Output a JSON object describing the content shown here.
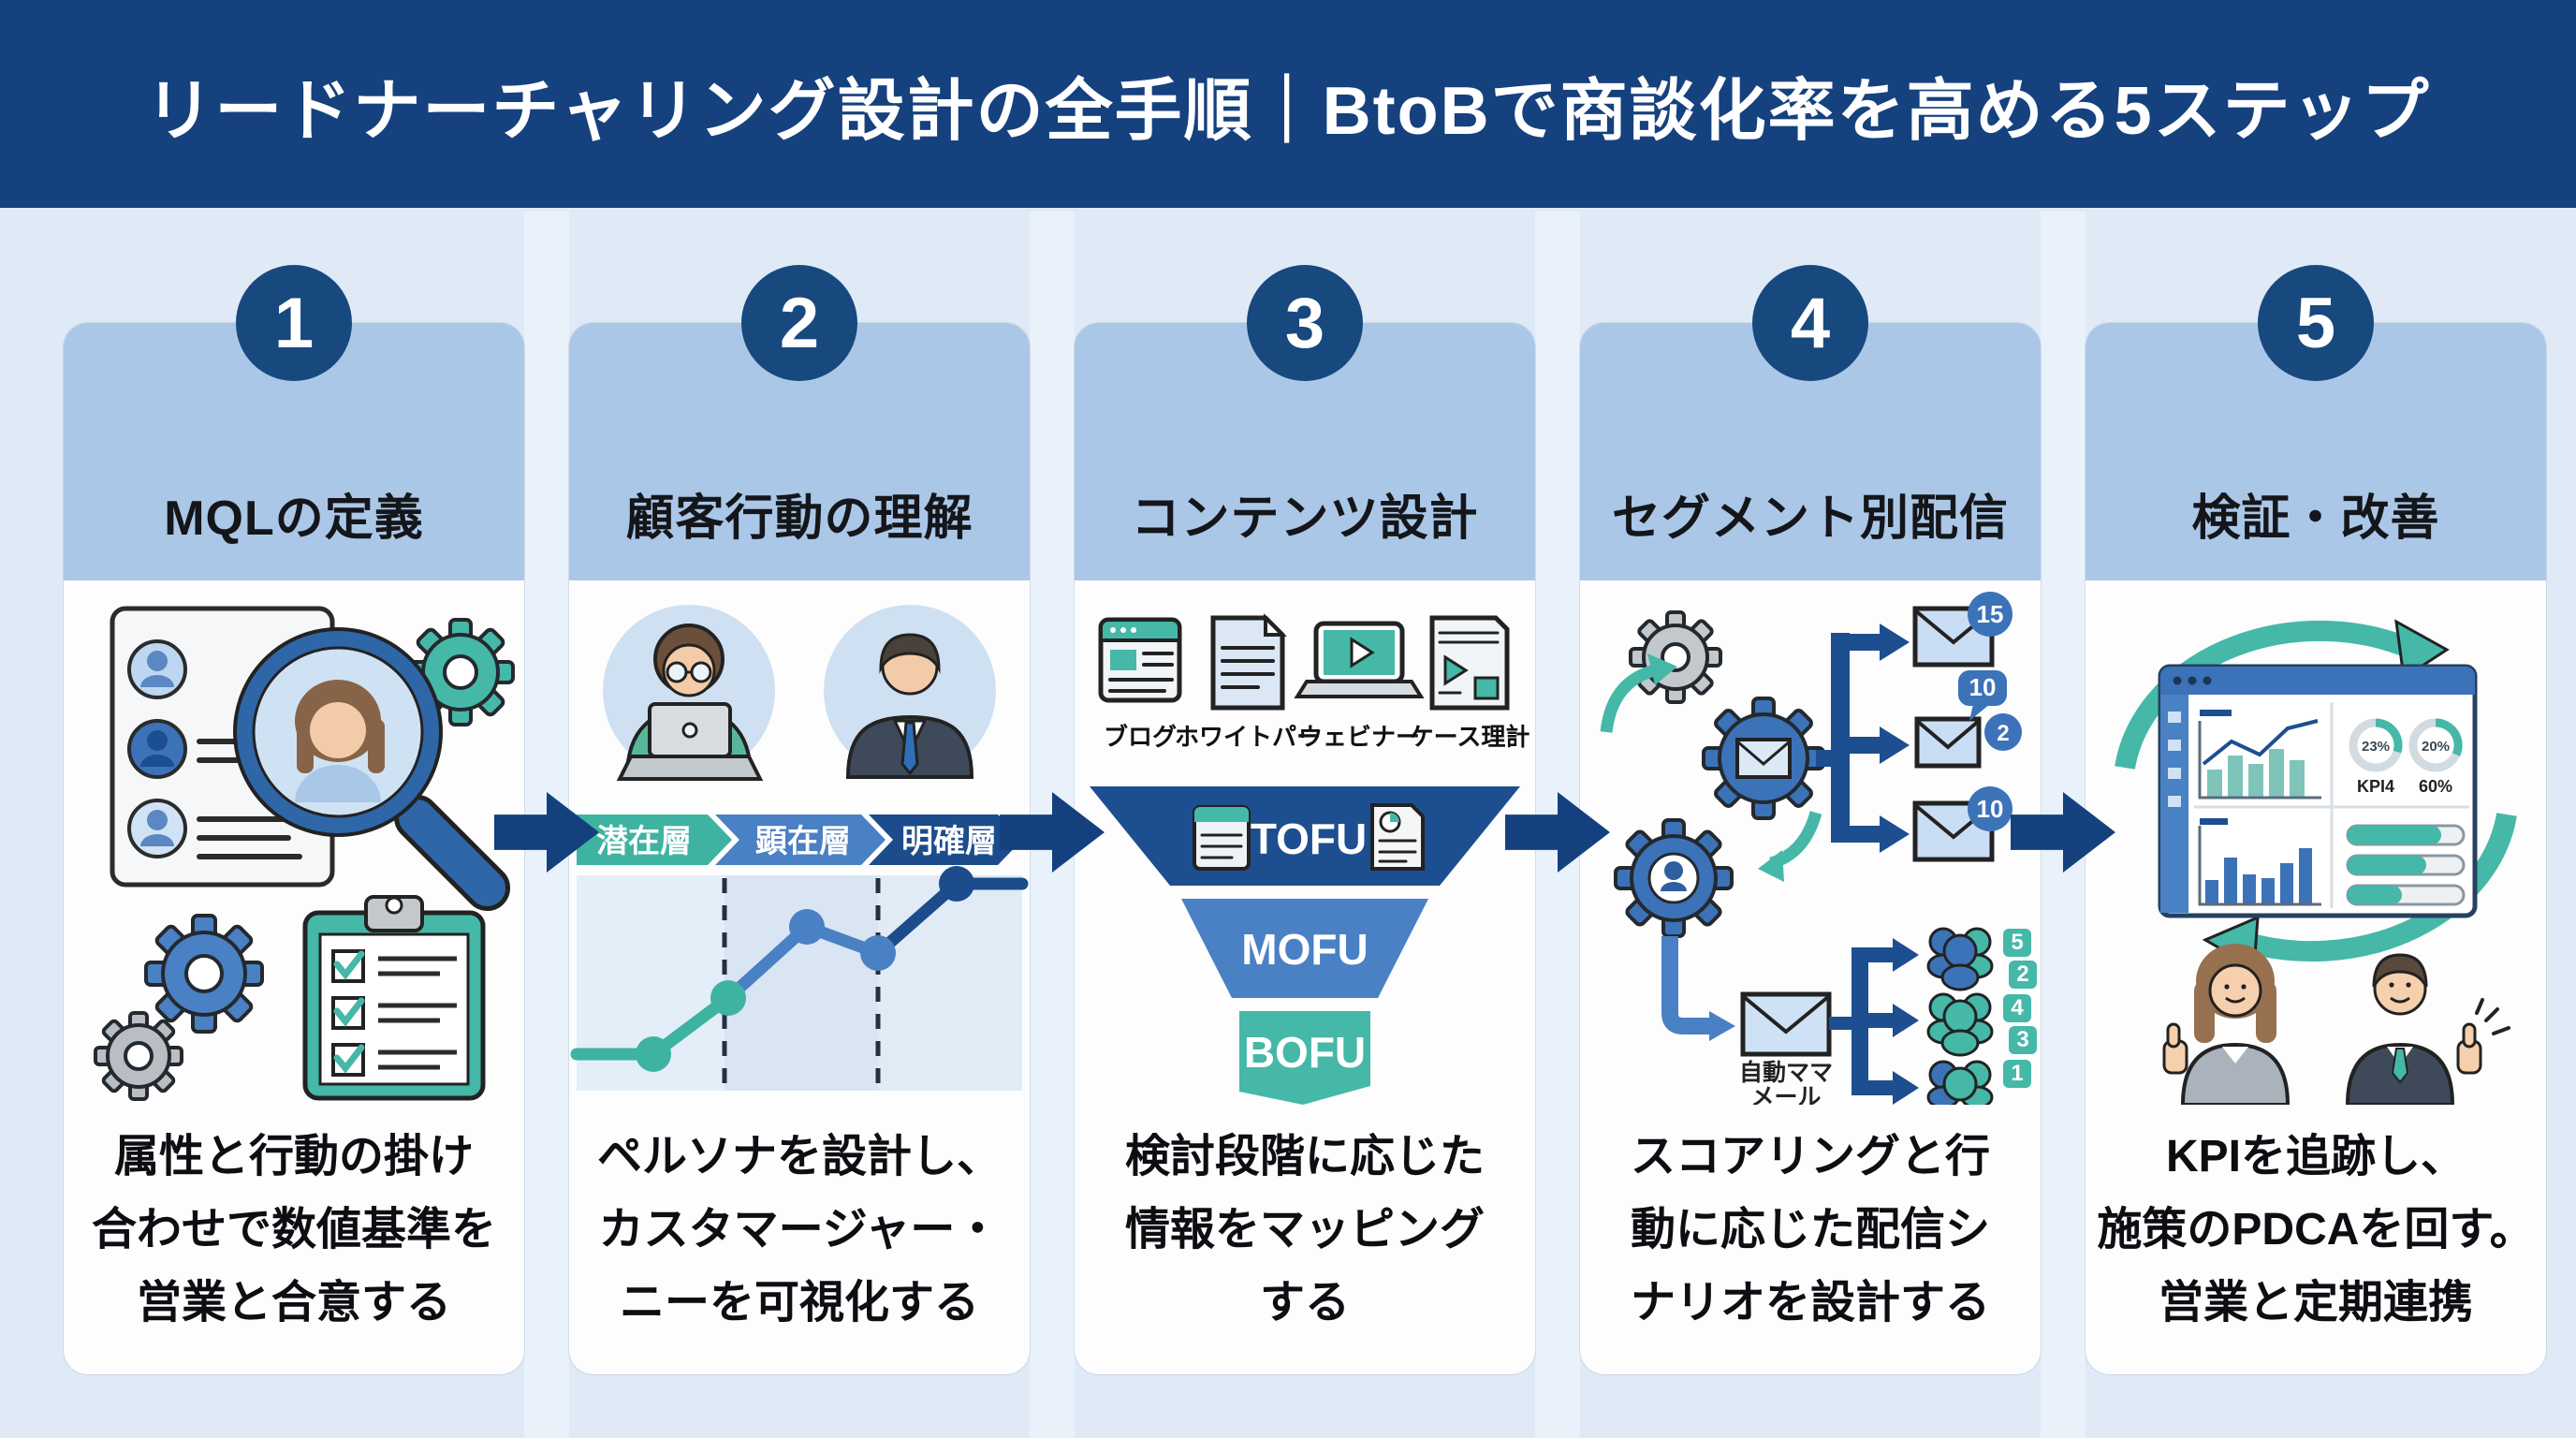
{
  "title": {
    "text": "リードナーチャリング設計の全手順｜BtoBで商談化率を高める5ステップ"
  },
  "colors": {
    "header_bg": "#15417e",
    "band_bg": "#abc7e8",
    "page_bg": "#dfeaf6",
    "navy": "#1d4e8f",
    "blue": "#4a80c4",
    "teal": "#45b8a8",
    "arrow": "#14417e"
  },
  "steps": [
    {
      "number": "1",
      "title": "MQLの定義",
      "caption_lines": [
        "属性と行動の掛け",
        "合わせで数値基準を",
        "営業と合意する"
      ]
    },
    {
      "number": "2",
      "title": "顧客行動の理解",
      "caption_lines": [
        "ペルソナを設計し、",
        "カスタマージャー・",
        "ニーを可視化する"
      ],
      "stages": {
        "s1": "潜在層",
        "s2": "顕在層",
        "s3": "明確層"
      }
    },
    {
      "number": "3",
      "title": "コンテンツ設計",
      "caption_lines": [
        "検討段階に応じた",
        "情報をマッピング",
        "する"
      ],
      "content_labels": {
        "blog": "ブログ",
        "whitepaper": "ホワイトパー",
        "webinar": "ウェビナー",
        "case": "ケース理計"
      },
      "funnel": {
        "tofu": "TOFU",
        "mofu": "MOFU",
        "bofu": "BOFU"
      }
    },
    {
      "number": "4",
      "title": "セグメント別配信",
      "caption_lines": [
        "スコアリングと行",
        "動に応じた配信シ",
        "ナリオを設計する"
      ],
      "badges": {
        "email1": "15",
        "email2a": "10",
        "email2b": "2",
        "email3": "10",
        "group1a": "5",
        "group1b": "2",
        "group2a": "4",
        "group2b": "3",
        "group3": "1"
      },
      "auto_mail": {
        "line1": "自動ママ",
        "line2": "メール"
      }
    },
    {
      "number": "5",
      "title": "検証・改善",
      "caption_lines": [
        "KPIを追跡し、",
        "施策のPDCAを回す。",
        "営業と定期連携"
      ],
      "dashboard": {
        "donut1": "23%",
        "donut2": "20%",
        "label1": "KPI4",
        "label2": "60%"
      }
    }
  ]
}
